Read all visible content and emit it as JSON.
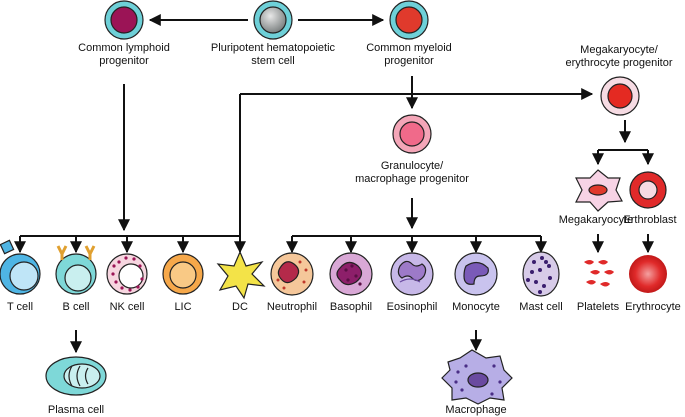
{
  "nodes": {
    "pluripotent": "Pluripotent hematopoietic\nstem cell",
    "common_lymphoid": "Common lymphoid\nprogenitor",
    "common_myeloid": "Common myeloid\nprogenitor",
    "meg_ery_progenitor": "Megakaryocyte/\nerythrocyte progenitor",
    "gran_mac_progenitor": "Granulocyte/\nmacrophage progenitor",
    "megakaryocyte": "Megakaryocyte",
    "erythroblast": "Erthroblast",
    "t_cell": "T cell",
    "b_cell": "B cell",
    "nk_cell": "NK cell",
    "lic": "LIC",
    "dc": "DC",
    "neutrophil": "Neutrophil",
    "basophil": "Basophil",
    "eosinophil": "Eosinophil",
    "monocyte": "Monocyte",
    "mast_cell": "Mast cell",
    "platelets": "Platelets",
    "erythrocyte": "Erythrocyte",
    "plasma_cell": "Plasma cell",
    "macrophage": "Macrophage"
  },
  "colors": {
    "stem_fill": "#9aa0a0",
    "lymphoid_nucleus": "#9b1456",
    "myeloid_nucleus": "#e03a2c",
    "cell_rim": "#6ed0d8",
    "progenitor_pink": "#f4a6b8",
    "progenitor_core": "#f06a8a",
    "cell_blue": "#8fd3ee",
    "nk_pink": "#f7d6e0",
    "lic_orange": "#f6a84a",
    "dc_yellow": "#f3e348",
    "gran_purple": "#9d7ac8",
    "red": "#e02a2a"
  }
}
